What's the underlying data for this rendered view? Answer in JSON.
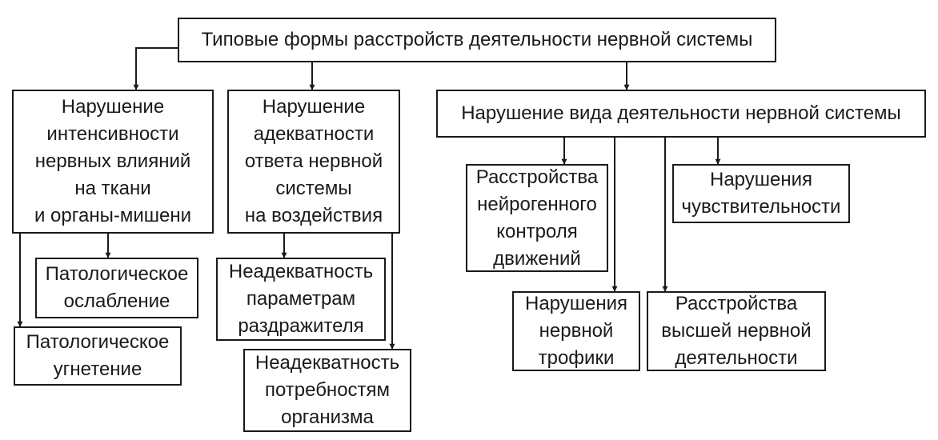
{
  "diagram": {
    "root": "Типовые формы расстройств деятельности нервной системы",
    "branch_intensity": "Нарушение\nинтенсивности\nнервных влияний\nна ткани\nи органы-мишени",
    "branch_adequacy": "Нарушение\nадекватности\nответа нервной\nсистемы\nна воздействия",
    "branch_type": "Нарушение вида деятельности нервной системы",
    "pathological_weakening": "Патологическое\nослабление",
    "pathological_inhibition": "Патологическое\nугнетение",
    "inadequacy_stimulus": "Неадекватность\nпараметрам\nраздражителя",
    "inadequacy_needs": "Неадекватность\nпотребностям\nорганизма",
    "motor_control": "Расстройства\nнейрогенного\nконтроля\nдвижений",
    "sensitivity": "Нарушения\nчувствительности",
    "trophic": "Нарушения\nнервной\nтрофики",
    "higher_activity": "Расстройства\nвысшей нервной\nдеятельности"
  }
}
